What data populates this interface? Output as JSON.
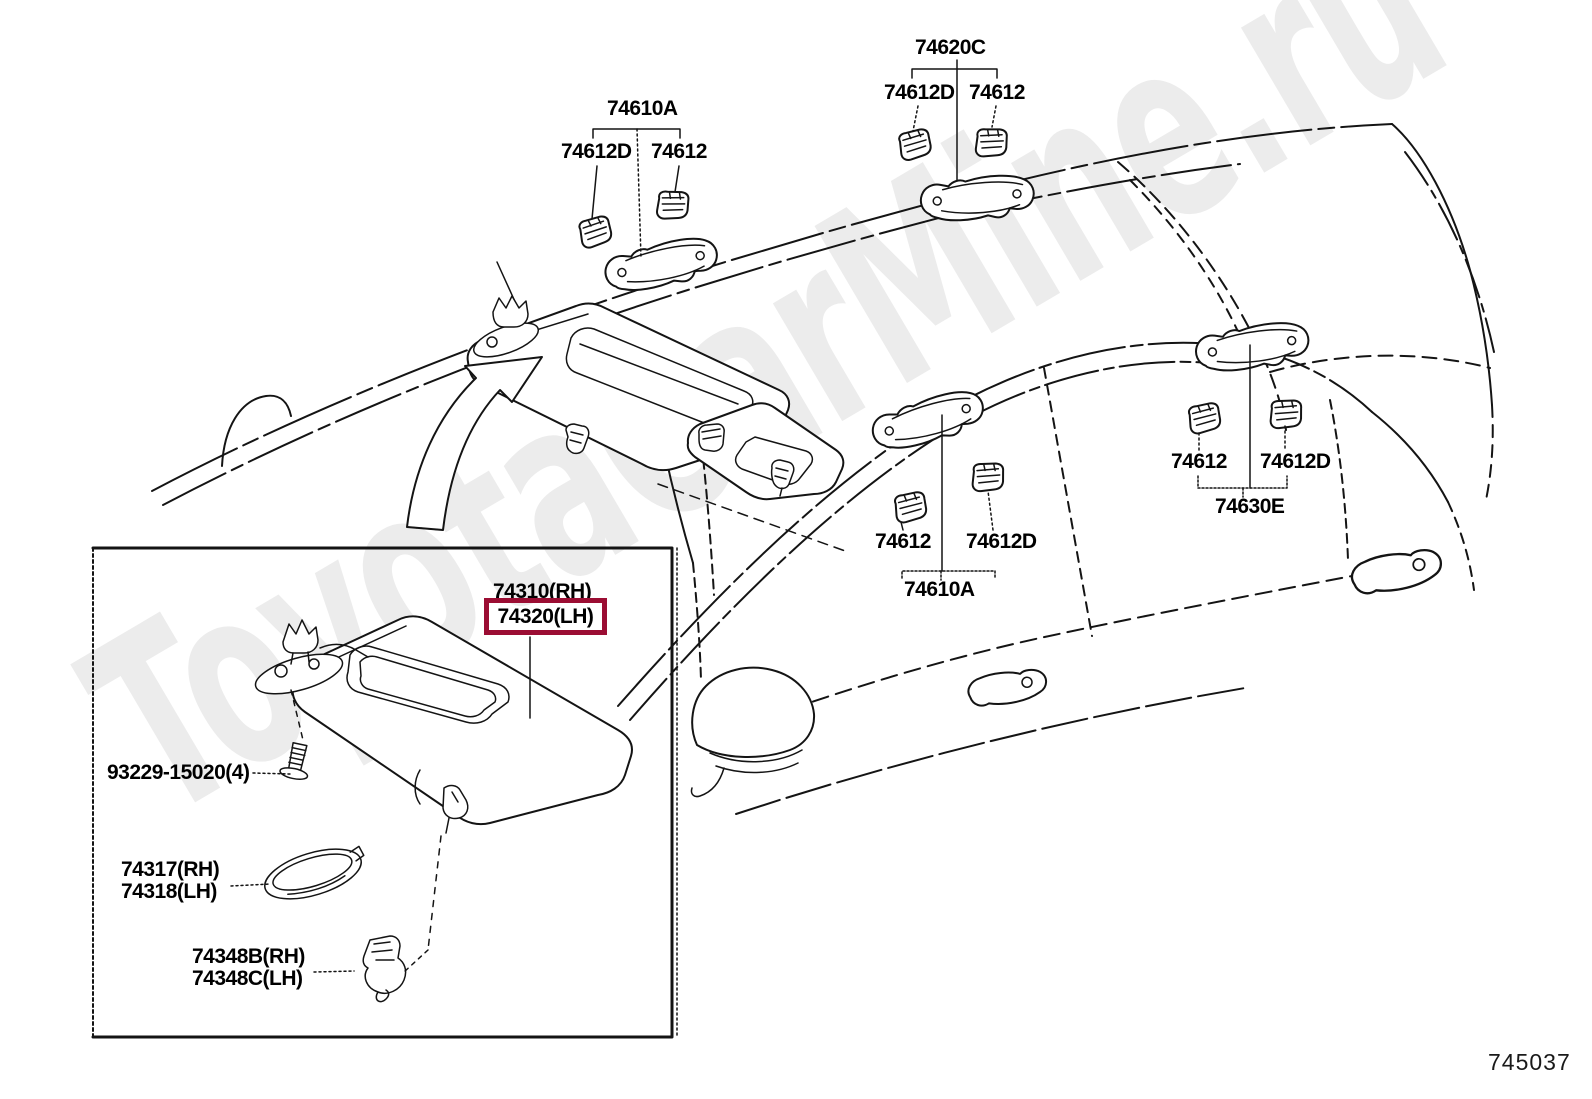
{
  "watermark": "ToyotaCarMine.ru",
  "figure_code": "745037",
  "highlight": {
    "part": "74320(LH)",
    "color": "#9b0d33"
  },
  "labels": {
    "front_grip_assy": "74610A",
    "front_grip_clip_left": "74612D",
    "front_grip_clip_right": "74612",
    "rear_top_grip_assy": "74620C",
    "rear_top_grip_clip_left": "74612D",
    "rear_top_grip_clip_right": "74612",
    "center_grip_assy": "74610A",
    "center_grip_clip_left": "74612",
    "center_grip_clip_right": "74612D",
    "side_rear_grip_assy": "74630E",
    "side_rear_grip_clip_left": "74612",
    "side_rear_grip_clip_right": "74612D",
    "visor_rh": "74310(RH)",
    "visor_lh": "74320(LH)",
    "visor_screw": "93229-15020(4)",
    "mirror_rh": "74317(RH)",
    "mirror_lh": "74318(LH)",
    "holder_rh": "74348B(RH)",
    "holder_lh": "74348C(LH)"
  }
}
